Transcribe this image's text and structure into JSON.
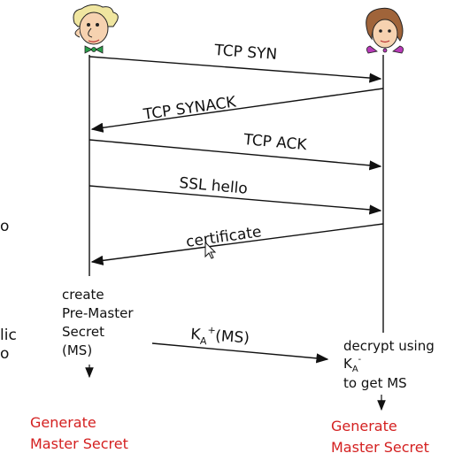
{
  "diagram": {
    "messages": {
      "tcp_syn": "TCP SYN",
      "tcp_synack": "TCP SYNACK",
      "tcp_ack": "TCP ACK",
      "ssl_hello": "SSL hello",
      "certificate": "certificate"
    },
    "left_note": [
      "create",
      "Pre-Master",
      "Secret",
      "(MS)"
    ],
    "key_label": {
      "k": "K",
      "sub": "A",
      "sup": "+",
      "rest": "(MS)"
    },
    "right_note": {
      "line1": "decrypt using",
      "k": "K",
      "sub": "A",
      "sup": "-",
      "line3": "to get MS"
    },
    "left_result": [
      "Generate",
      "Master Secret"
    ],
    "right_result": [
      "Generate",
      "Master Secret"
    ],
    "left_edge_fragments": [
      "o",
      "lic",
      "o"
    ]
  },
  "colors": {
    "result_text": "#d42020",
    "line": "#111111"
  },
  "icons": [
    "alice-cartoon-icon",
    "bob-cartoon-icon",
    "mouse-cursor-icon"
  ]
}
